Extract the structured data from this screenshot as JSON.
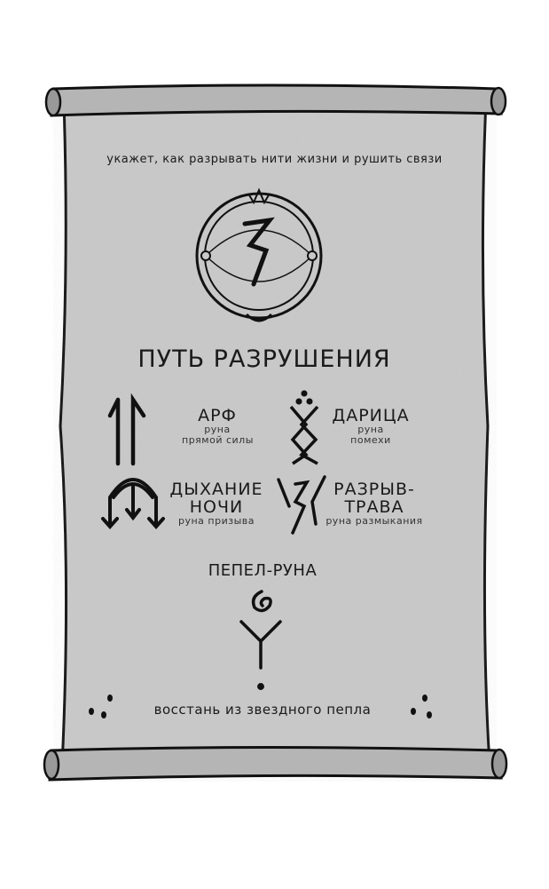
{
  "scroll": {
    "subtitle": "укажет, как разрывать нити жизни и рушить связи",
    "title": "ПУТЬ РАЗРУШЕНИЯ",
    "runes": [
      {
        "name": "АРФ",
        "desc1": "руна",
        "desc2": "прямой силы"
      },
      {
        "name": "ДАРИЦА",
        "desc1": "руна",
        "desc2": "помехи"
      },
      {
        "name1": "ДЫХАНИЕ",
        "name2": "НОЧИ",
        "desc": "руна призыва"
      },
      {
        "name1": "РАЗРЫВ-",
        "name2": "ТРАВА",
        "desc": "руна размыкания"
      }
    ],
    "ash_rune_label": "ПЕПЕЛ-РУНА",
    "footer": "восстань из звездного пепла"
  },
  "colors": {
    "parchment": "#c9c9c9",
    "ink": "#1a1a1a"
  }
}
